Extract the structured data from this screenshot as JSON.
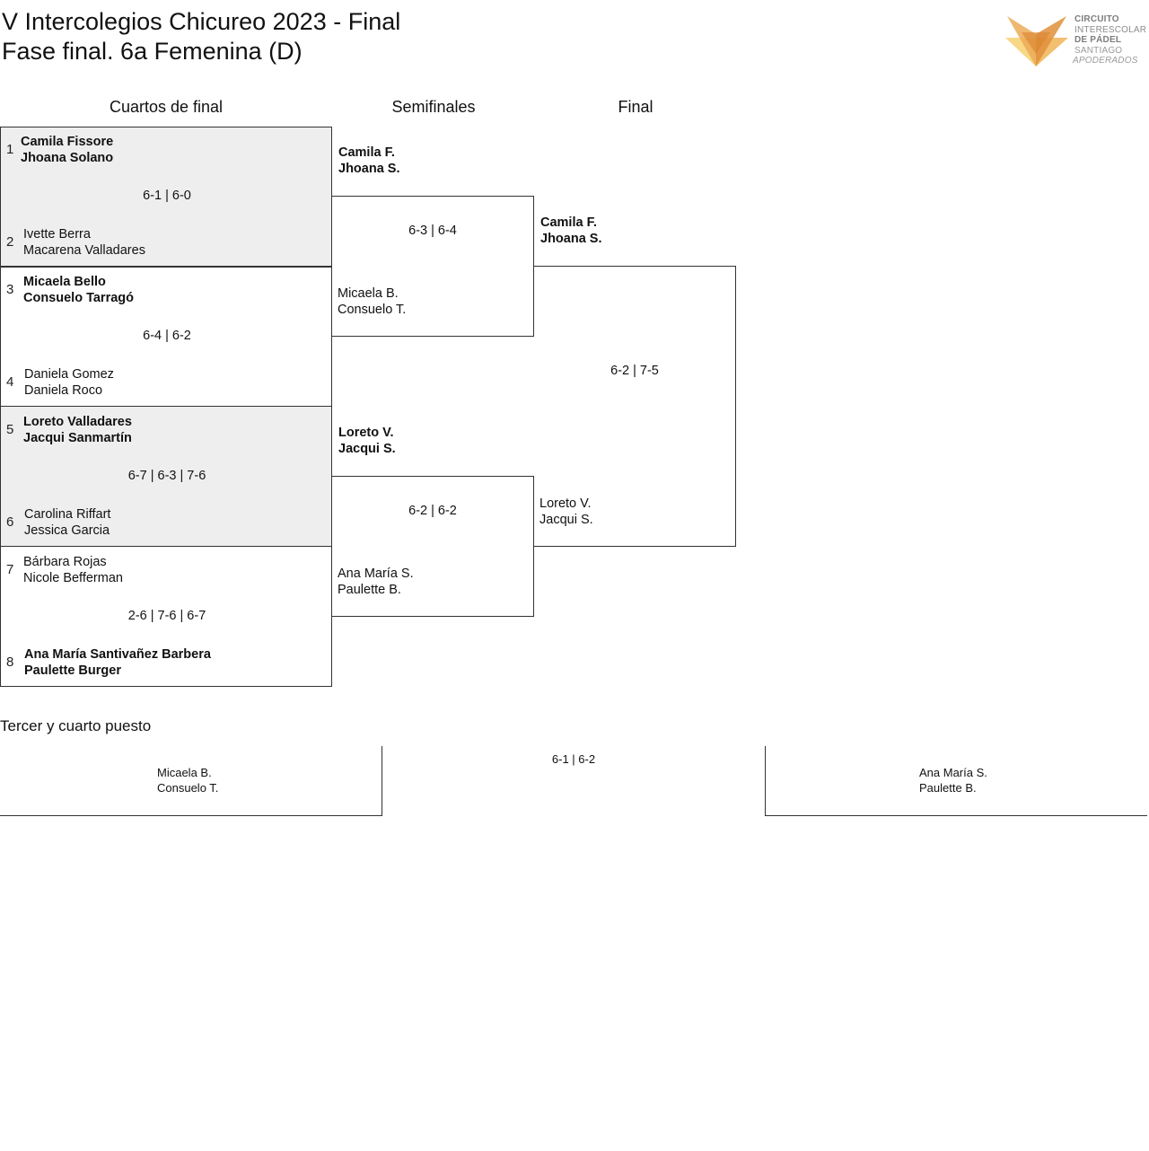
{
  "header": {
    "title_line1": "V Intercolegios Chicureo 2023 - Final",
    "title_line2": "Fase final. 6a Femenina (D)"
  },
  "logo": {
    "icon": "fox-triangle-logo-icon",
    "line1": "CIRCUITO",
    "line2": "INTERESCOLAR",
    "line3": "DE PÁDEL",
    "line4": "SANTIAGO",
    "line5": "APODERADOS",
    "colors": {
      "orange": "#e8963a",
      "light_orange": "#f5c46a",
      "gray": "#8a8a8a"
    }
  },
  "columns": {
    "quarters": "Cuartos de final",
    "semis": "Semifinales",
    "final": "Final"
  },
  "quarterfinals": [
    {
      "seed_a": "1",
      "team_a": [
        "Camila Fissore",
        "Jhoana Solano"
      ],
      "seed_b": "2",
      "team_b": [
        "Ivette Berra",
        "Macarena Valladares"
      ],
      "score": "6-1 | 6-0",
      "winner": "a",
      "shaded": true
    },
    {
      "seed_a": "3",
      "team_a": [
        "Micaela Bello",
        "Consuelo Tarragó"
      ],
      "seed_b": "4",
      "team_b": [
        "Daniela Gomez",
        "Daniela Roco"
      ],
      "score": "6-4 | 6-2",
      "winner": "a",
      "shaded": false
    },
    {
      "seed_a": "5",
      "team_a": [
        "Loreto Valladares",
        "Jacqui Sanmartín"
      ],
      "seed_b": "6",
      "team_b": [
        "Carolina Riffart",
        "Jessica Garcia"
      ],
      "score": "6-7 | 6-3 | 7-6",
      "winner": "a",
      "shaded": true
    },
    {
      "seed_a": "7",
      "team_a": [
        "Bárbara Rojas",
        "Nicole Befferman"
      ],
      "seed_b": "8",
      "team_b": [
        "Ana María Santivañez Barbera",
        "Paulette Burger"
      ],
      "score": "2-6 | 7-6 | 6-7",
      "winner": "b",
      "shaded": false
    }
  ],
  "semifinals": [
    {
      "team_a": [
        "Camila F.",
        "Jhoana S."
      ],
      "team_b": [
        "Micaela B.",
        "Consuelo T."
      ],
      "score": "6-3 | 6-4",
      "winner": "a"
    },
    {
      "team_a": [
        "Loreto V.",
        "Jacqui S."
      ],
      "team_b": [
        "Ana María S.",
        "Paulette B."
      ],
      "score": "6-2 | 6-2",
      "winner": "a"
    }
  ],
  "final": {
    "team_a": [
      "Camila F.",
      "Jhoana S."
    ],
    "team_b": [
      "Loreto V.",
      "Jacqui S."
    ],
    "score": "6-2 | 7-5",
    "winner": "a"
  },
  "third_place": {
    "title": "Tercer y cuarto puesto",
    "team_a": [
      "Micaela B.",
      "Consuelo T."
    ],
    "team_b": [
      "Ana María S.",
      "Paulette B."
    ],
    "score": "6-1 | 6-2"
  }
}
